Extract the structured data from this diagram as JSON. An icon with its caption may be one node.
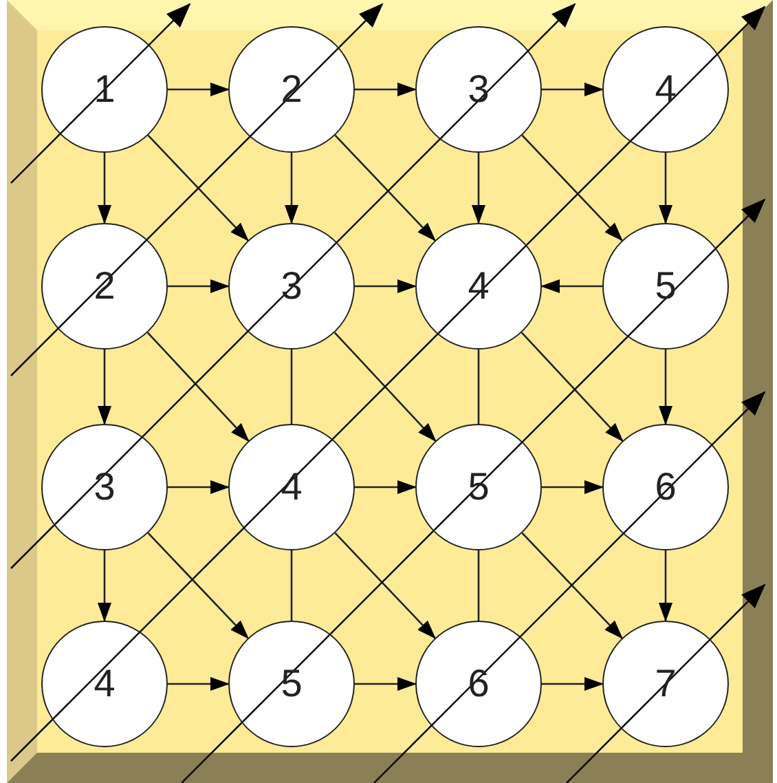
{
  "diagram": {
    "nodes": [
      {
        "text": [
          "1"
        ]
      },
      {
        "text": [
          "2"
        ]
      },
      {
        "text": [
          "3"
        ]
      },
      {
        "text": [
          "4"
        ]
      },
      {
        "text": [
          "2"
        ]
      },
      {
        "text": [
          "3"
        ]
      },
      {
        "text": [
          "4"
        ]
      },
      {
        "text": [
          "5"
        ]
      },
      {
        "text": [
          "3"
        ]
      },
      {
        "text": [
          "4"
        ]
      },
      {
        "text": [
          "5"
        ]
      },
      {
        "text": [
          "6"
        ]
      },
      {
        "text": [
          "4"
        ]
      },
      {
        "text": [
          "5"
        ]
      },
      {
        "text": [
          "6"
        ]
      },
      {
        "text": [
          "7"
        ]
      }
    ],
    "edges": [
      {
        "from": 0,
        "to": 1,
        "arrow": "to"
      },
      {
        "from": 1,
        "to": 2,
        "arrow": "to"
      },
      {
        "from": 2,
        "to": 3,
        "arrow": "to"
      },
      {
        "from": 4,
        "to": 5,
        "arrow": "to"
      },
      {
        "from": 5,
        "to": 6,
        "arrow": "to"
      },
      {
        "from": 7,
        "to": 6,
        "arrow": "to"
      },
      {
        "from": 8,
        "to": 9,
        "arrow": "to"
      },
      {
        "from": 9,
        "to": 10,
        "arrow": "to"
      },
      {
        "from": 10,
        "to": 11,
        "arrow": "to"
      },
      {
        "from": 12,
        "to": 13,
        "arrow": "to"
      },
      {
        "from": 13,
        "to": 14,
        "arrow": "to"
      },
      {
        "from": 14,
        "to": 15,
        "arrow": "to"
      },
      {
        "from": 0,
        "to": 4,
        "arrow": "to"
      },
      {
        "from": 4,
        "to": 8,
        "arrow": "to"
      },
      {
        "from": 8,
        "to": 12,
        "arrow": "to"
      },
      {
        "from": 1,
        "to": 5,
        "arrow": "to"
      },
      {
        "from": 5,
        "to": 9,
        "arrow": "none"
      },
      {
        "from": 9,
        "to": 13,
        "arrow": "none"
      },
      {
        "from": 2,
        "to": 6,
        "arrow": "to"
      },
      {
        "from": 6,
        "to": 10,
        "arrow": "none"
      },
      {
        "from": 10,
        "to": 14,
        "arrow": "none"
      },
      {
        "from": 3,
        "to": 7,
        "arrow": "to"
      },
      {
        "from": 7,
        "to": 11,
        "arrow": "to"
      },
      {
        "from": 11,
        "to": 15,
        "arrow": "to"
      },
      {
        "from": 0,
        "to": 5,
        "arrow": "to"
      },
      {
        "from": 1,
        "to": 6,
        "arrow": "to"
      },
      {
        "from": 2,
        "to": 7,
        "arrow": "to"
      },
      {
        "from": 4,
        "to": 9,
        "arrow": "to"
      },
      {
        "from": 5,
        "to": 10,
        "arrow": "to"
      },
      {
        "from": 6,
        "to": 11,
        "arrow": "to"
      },
      {
        "from": 8,
        "to": 13,
        "arrow": "to"
      },
      {
        "from": 9,
        "to": 14,
        "arrow": "to"
      },
      {
        "from": 10,
        "to": 15,
        "arrow": "to"
      }
    ]
  }
}
